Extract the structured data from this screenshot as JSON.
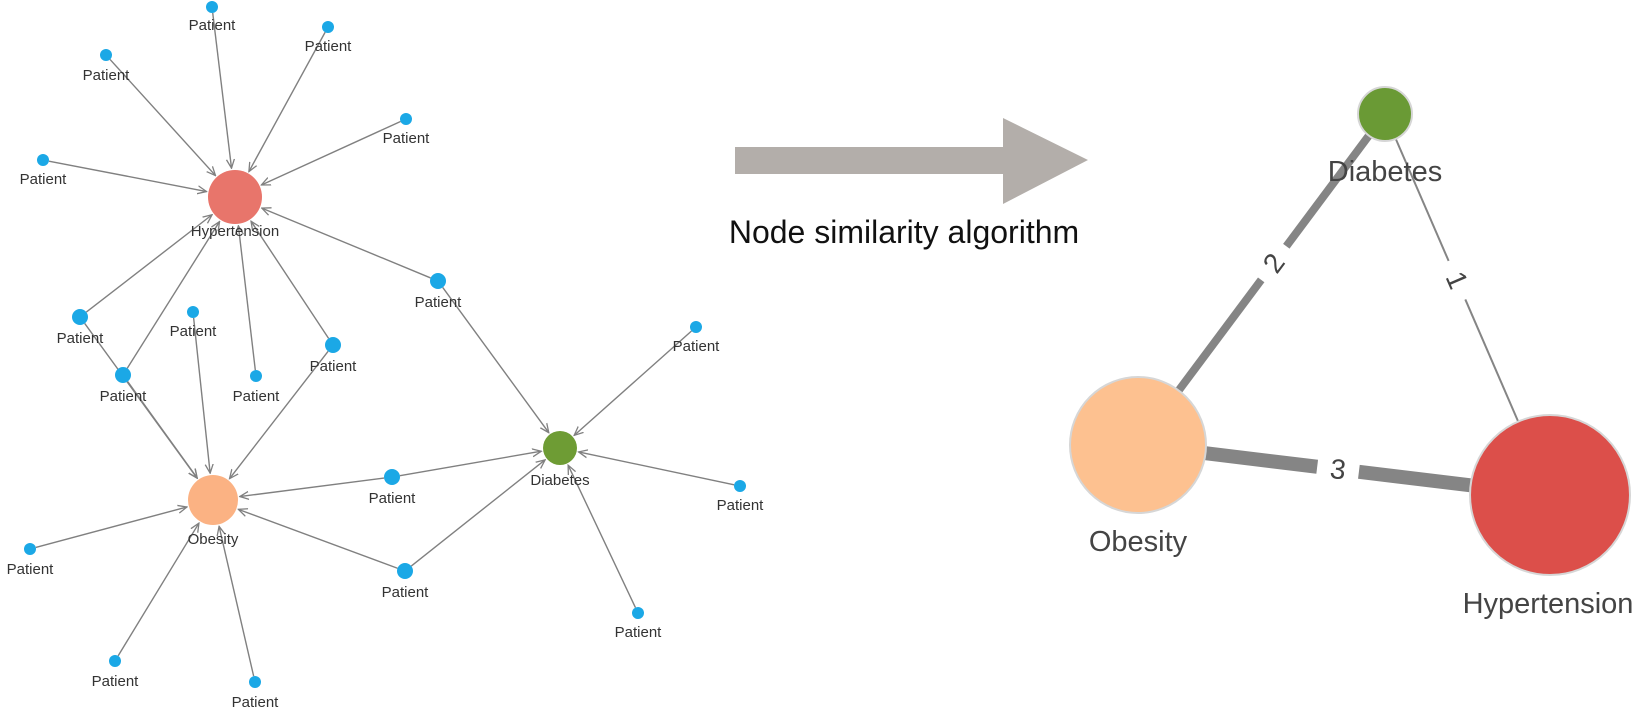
{
  "input_graph": {
    "disease_nodes": [
      {
        "id": "hypertension",
        "label": "Hypertension",
        "color": "#e8756b"
      },
      {
        "id": "obesity",
        "label": "Obesity",
        "color": "#fbb283"
      },
      {
        "id": "diabetes",
        "label": "Diabetes",
        "color": "#6e9c34"
      }
    ],
    "patient_label": "Patient",
    "patient_color": "#1ba8e6",
    "edge_color": "#808080",
    "patients": [
      {
        "links": [
          "hypertension"
        ]
      },
      {
        "links": [
          "hypertension"
        ]
      },
      {
        "links": [
          "hypertension"
        ]
      },
      {
        "links": [
          "hypertension"
        ]
      },
      {
        "links": [
          "hypertension"
        ]
      },
      {
        "links": [
          "hypertension",
          "obesity"
        ]
      },
      {
        "links": [
          "hypertension",
          "obesity"
        ]
      },
      {
        "links": [
          "obesity"
        ]
      },
      {
        "links": [
          "hypertension"
        ]
      },
      {
        "links": [
          "hypertension",
          "obesity"
        ]
      },
      {
        "links": [
          "hypertension",
          "diabetes"
        ]
      },
      {
        "links": [
          "obesity",
          "diabetes"
        ]
      },
      {
        "links": [
          "obesity",
          "diabetes"
        ]
      },
      {
        "links": [
          "diabetes"
        ]
      },
      {
        "links": [
          "diabetes"
        ]
      },
      {
        "links": [
          "diabetes"
        ]
      },
      {
        "links": [
          "obesity"
        ]
      },
      {
        "links": [
          "obesity"
        ]
      },
      {
        "links": [
          "obesity"
        ]
      }
    ]
  },
  "arrow": {
    "caption": "Node similarity algorithm",
    "color": "#b3aeaa"
  },
  "similarity_graph": {
    "nodes": [
      {
        "id": "diabetes",
        "label": "Diabetes",
        "color": "#6a9a35"
      },
      {
        "id": "obesity",
        "label": "Obesity",
        "color": "#fdc190"
      },
      {
        "id": "hypertension",
        "label": "Hypertension",
        "color": "#dc4f4a"
      }
    ],
    "edges": [
      {
        "source": "obesity",
        "target": "diabetes",
        "weight": 2
      },
      {
        "source": "diabetes",
        "target": "hypertension",
        "weight": 1
      },
      {
        "source": "obesity",
        "target": "hypertension",
        "weight": 3
      }
    ],
    "edge_color": "#858585"
  }
}
